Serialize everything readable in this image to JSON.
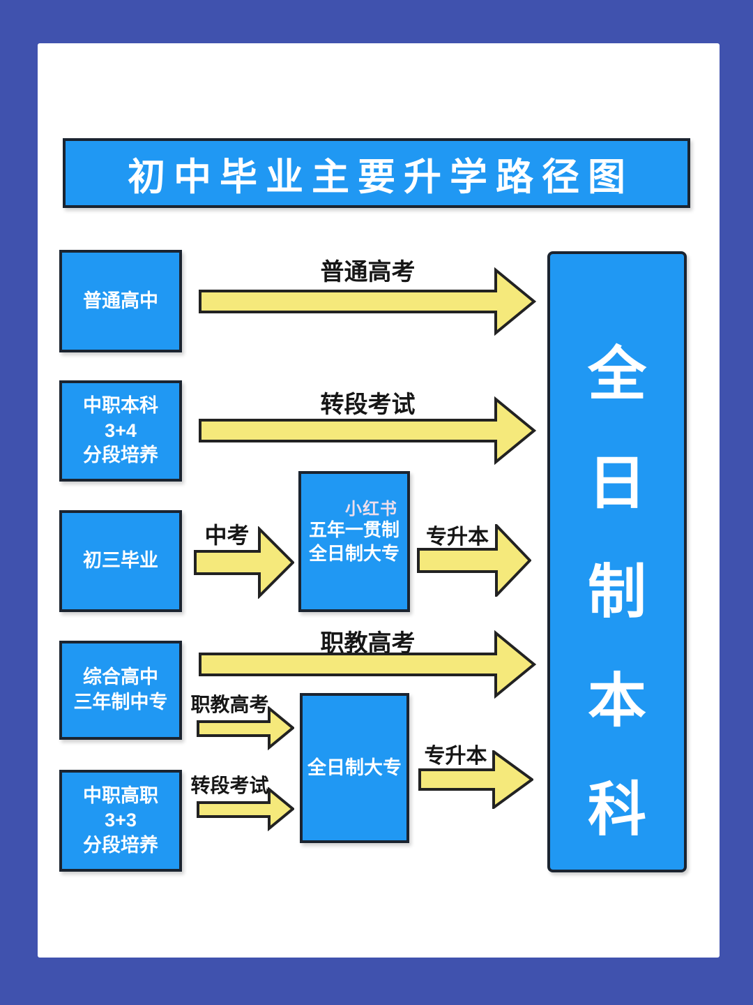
{
  "title": {
    "text": "初中毕业主要升学路径图"
  },
  "watermark": {
    "text": "小红书"
  },
  "colors": {
    "frame": "#4052ae",
    "panel": "#ffffff",
    "box_fill": "#2098f3",
    "box_border": "#1b2430",
    "box_text": "#ffffff",
    "arrow_fill": "#f5e97b",
    "arrow_border": "#222222",
    "label_text": "#161616",
    "watermark_text": "#ffe4ec"
  },
  "boxes": {
    "regular_high_school": {
      "lines": [
        "普通高中"
      ]
    },
    "vocational_bachelor_3_4": {
      "lines": [
        "中职本科",
        "3+4",
        "分段培养"
      ]
    },
    "grade9_graduate": {
      "lines": [
        "初三毕业"
      ]
    },
    "comprehensive_high_school": {
      "lines": [
        "综合高中",
        "三年制中专"
      ]
    },
    "vocational_3_3": {
      "lines": [
        "中职高职",
        "3+3",
        "分段培养"
      ]
    },
    "five_year_college": {
      "lines": [
        "五年一贯制",
        "全日制大专"
      ]
    },
    "fulltime_college": {
      "lines": [
        "全日制大专"
      ]
    },
    "fulltime_bachelor": {
      "text": "全日制本科"
    }
  },
  "arrow_labels": {
    "general_gaokao": "普通高考",
    "transfer_exam_upper": "转段考试",
    "zhongkao": "中考",
    "zhuanshengben_upper": "专升本",
    "vocational_gaokao_long": "职教高考",
    "vocational_gaokao_short": "职教高考",
    "transfer_exam_lower": "转段考试",
    "zhuanshengben_lower": "专升本"
  }
}
